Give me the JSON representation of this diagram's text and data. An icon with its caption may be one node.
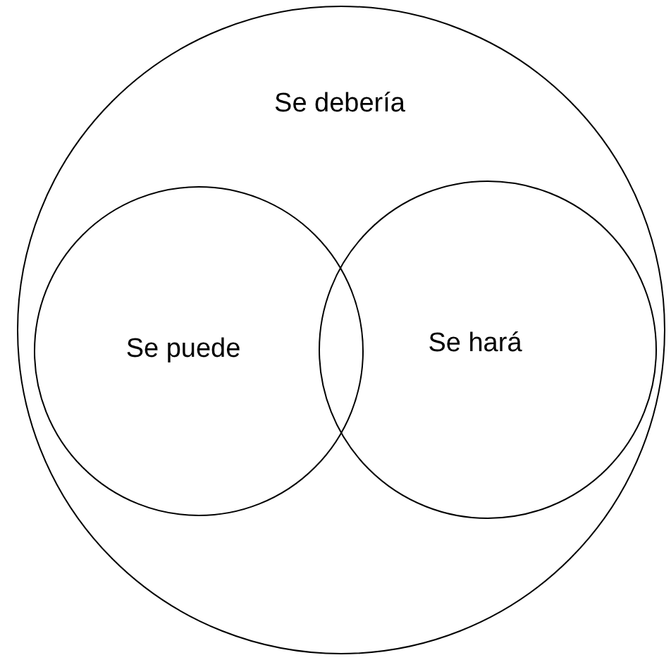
{
  "diagram": {
    "nodes": [
      {
        "text": [
          "Se debería"
        ]
      },
      {
        "text": [
          "Se puede"
        ],
        "in": 0
      },
      {
        "text": [
          "Se hará"
        ],
        "in": 0
      }
    ]
  }
}
